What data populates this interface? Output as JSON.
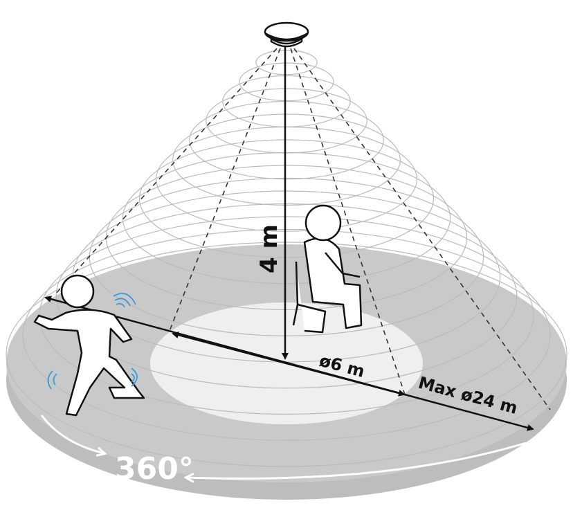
{
  "labels": {
    "height": "4 m",
    "inner_diameter": "ø6 m",
    "max_diameter": "Max ø24 m",
    "rotation": "360°"
  },
  "colors": {
    "disc_outer": "#c9c9c9",
    "disc_edge": "#bdbdbd",
    "disc_inner": "#efefef",
    "cone_rings": "#bbbbbb",
    "lines": "#111111",
    "motion_waves": "#3a9ad9"
  },
  "icons": [
    "ceiling-sensor-icon",
    "running-person-icon",
    "sitting-person-icon",
    "motion-wave-icon",
    "rotation-arrow-icon"
  ]
}
